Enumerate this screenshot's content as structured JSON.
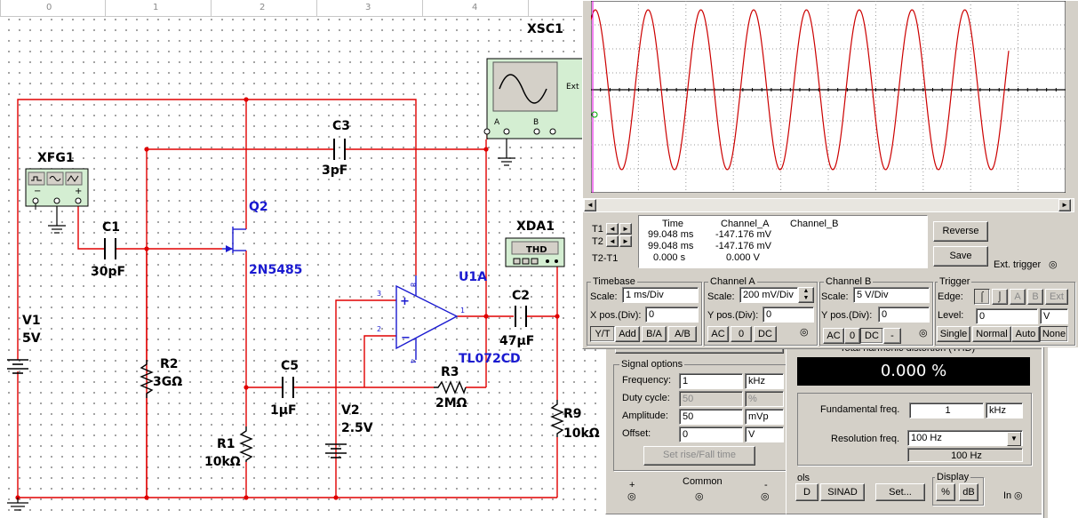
{
  "ruler": {
    "ticks": [
      "0",
      "1",
      "2",
      "3",
      "4"
    ]
  },
  "schematic": {
    "components": {
      "xsc1": "XSC1",
      "xfg1": "XFG1",
      "xda1": "XDA1",
      "c1": "C1",
      "c1_val": "30pF",
      "c2": "C2",
      "c2_val": "47µF",
      "c3": "C3",
      "c3_val": "3pF",
      "c5": "C5",
      "c5_val": "1µF",
      "r1": "R1",
      "r1_val": "10kΩ",
      "r2": "R2",
      "r2_val": "3GΩ",
      "r3": "R3",
      "r3_val": "2MΩ",
      "r9": "R9",
      "r9_val": "10kΩ",
      "v1": "V1",
      "v1_val": "5V",
      "v2": "V2",
      "v2_val": "2.5V",
      "q2": "Q2",
      "q2_part": "2N5485",
      "u1a": "U1A",
      "u1a_part": "TL072CD",
      "thd_label": "THD",
      "ext_label": "Ext",
      "pin_a": "A",
      "pin_b": "B"
    }
  },
  "oscilloscope": {
    "cursor_table": {
      "headers": [
        "Time",
        "Channel_A",
        "Channel_B"
      ],
      "t1_label": "T1",
      "t2_label": "T2",
      "t2t1_label": "T2-T1",
      "t1": {
        "time": "99.048 ms",
        "a": "-147.176 mV"
      },
      "t2": {
        "time": "99.048 ms",
        "a": "-147.176 mV"
      },
      "diff": {
        "time": "0.000 s",
        "a": "0.000 V"
      }
    },
    "reverse_label": "Reverse",
    "save_label": "Save",
    "ext_trigger_label": "Ext. trigger",
    "timebase": {
      "title": "Timebase",
      "scale_label": "Scale:",
      "scale": "1 ms/Div",
      "xpos_label": "X pos.(Div):",
      "xpos": "0",
      "buttons": [
        "Y/T",
        "Add",
        "B/A",
        "A/B"
      ]
    },
    "channel_a": {
      "title": "Channel A",
      "scale_label": "Scale:",
      "scale": "200 mV/Div",
      "ypos_label": "Y pos.(Div):",
      "ypos": "0",
      "buttons": [
        "AC",
        "0",
        "DC"
      ]
    },
    "channel_b": {
      "title": "Channel B",
      "scale_label": "Scale:",
      "scale": "5  V/Div",
      "ypos_label": "Y pos.(Div):",
      "ypos": "0",
      "buttons": [
        "AC",
        "0",
        "DC",
        "-"
      ]
    },
    "trigger": {
      "title": "Trigger",
      "edge_label": "Edge:",
      "level_label": "Level:",
      "level": "0",
      "level_unit": "V",
      "edge_buttons": [
        "A",
        "B",
        "Ext"
      ],
      "mode_buttons": [
        "Single",
        "Normal",
        "Auto",
        "None"
      ]
    },
    "colors": {
      "trace_a": "#cc0000",
      "screen_bg": "#ffffff",
      "grid": "#000000"
    }
  },
  "function_generator": {
    "signal_options_title": "Signal options",
    "fields": [
      {
        "label": "Frequency:",
        "value": "1",
        "unit": "kHz",
        "disabled": false
      },
      {
        "label": "Duty cycle:",
        "value": "50",
        "unit": "%",
        "disabled": true
      },
      {
        "label": "Amplitude:",
        "value": "50",
        "unit": "mVp",
        "disabled": false
      },
      {
        "label": "Offset:",
        "value": "0",
        "unit": "V",
        "disabled": false
      }
    ],
    "set_rise_fall_label": "Set rise/Fall time",
    "plus_label": "+",
    "common_label": "Common",
    "minus_label": "-"
  },
  "distortion_analyzer": {
    "thd_title": "Total harmonic distortion (THD)",
    "thd_value": "0.000 %",
    "fundamental_label": "Fundamental freq.",
    "fundamental_value": "1",
    "fundamental_unit": "kHz",
    "resolution_label": "Resolution freq.",
    "resolution_value": "100 Hz",
    "resolution_display": "100 Hz",
    "controls_tail": "ols",
    "thd_btn_tail": "D",
    "sinad_label": "SINAD",
    "set_label": "Set...",
    "display_title": "Display",
    "display_buttons": [
      "%",
      "dB"
    ],
    "in_label": "In"
  }
}
